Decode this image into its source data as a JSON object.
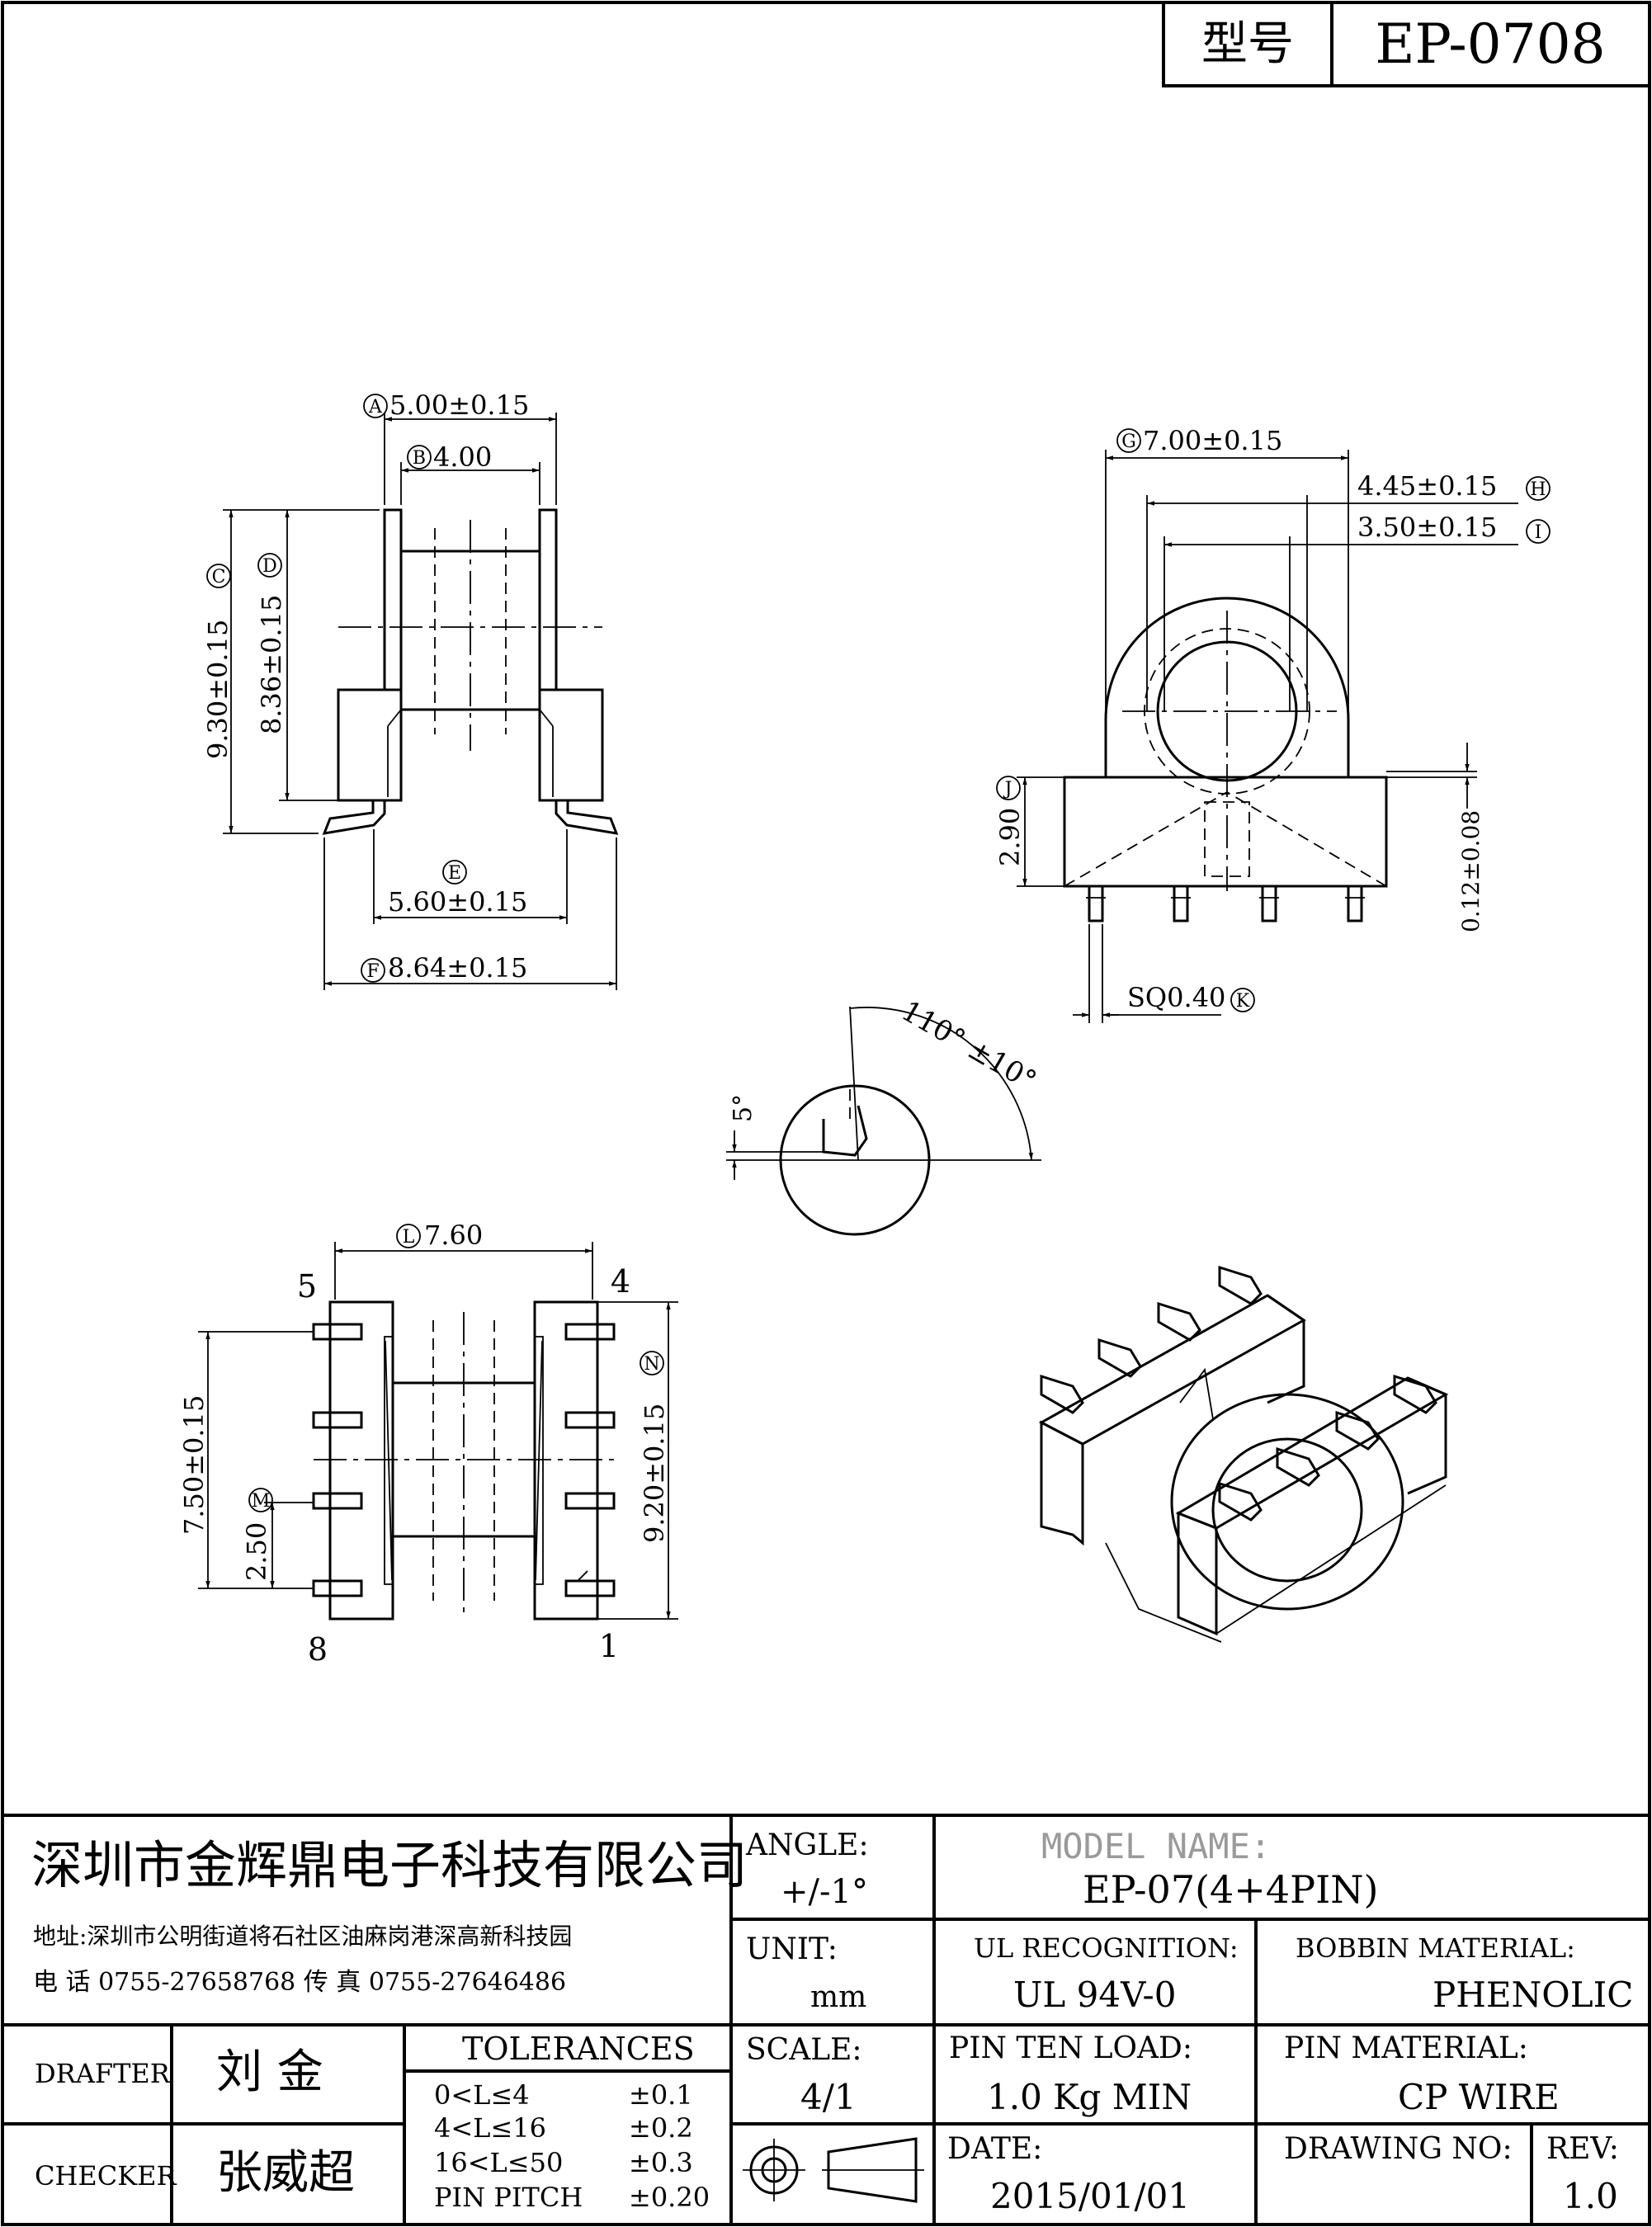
{
  "header": {
    "model_label": "型号",
    "model_value": "EP-0708"
  },
  "dimensions": {
    "A": "5.00±0.15",
    "B": "4.00",
    "C": "9.30±0.15",
    "D": "8.36±0.15",
    "E": "5.60±0.15",
    "F": "8.64±0.15",
    "G": "7.00±0.15",
    "H": "4.45±0.15",
    "I": "3.50±0.15",
    "J": "2.90",
    "J_tol": "0.12±0.08",
    "K": "SQ0.40",
    "L": "7.60",
    "M": "2.50",
    "N": "9.20±0.15",
    "O": "7.50±0.15",
    "angle": "110° ±10°",
    "angle_small": "5°"
  },
  "markers": {
    "A": "A",
    "B": "B",
    "C": "C",
    "D": "D",
    "E": "E",
    "F": "F",
    "G": "G",
    "H": "H",
    "I": "I",
    "J": "J",
    "K": "K",
    "L": "L",
    "M": "M",
    "N": "N"
  },
  "pins": {
    "p5": "5",
    "p4": "4",
    "p8": "8",
    "p1": "1"
  },
  "title_block": {
    "company": "深圳市金辉鼎电子科技有限公司",
    "address": "地址:深圳市公明街道将石社区油麻岗港深高新科技园",
    "phone": "电 话  0755-27658768   传 真  0755-27646486",
    "angle_label": "ANGLE:",
    "angle_value": "+/-1°",
    "model_name_label": "MODEL NAME:",
    "model_name_value": "EP-07(4+4PIN)",
    "unit_label": "UNIT:",
    "unit_value": "mm",
    "ul_label": "UL RECOGNITION:",
    "ul_value": "UL 94V-0",
    "bobbin_label": "BOBBIN MATERIAL:",
    "bobbin_value": "PHENOLIC",
    "drafter_label": "DRAFTER",
    "drafter_value": "刘  金",
    "checker_label": "CHECKER",
    "checker_value": "张威超",
    "tolerances_label": "TOLERANCES",
    "tolerances": [
      {
        "range": "0<L≤4",
        "value": "±0.1"
      },
      {
        "range": "4<L≤16",
        "value": "±0.2"
      },
      {
        "range": "16<L≤50",
        "value": "±0.3"
      },
      {
        "range": "PIN PITCH",
        "value": "±0.20"
      }
    ],
    "scale_label": "SCALE:",
    "scale_value": "4/1",
    "pin_load_label": "PIN TEN LOAD:",
    "pin_load_value": "1.0 Kg MIN",
    "pin_material_label": "PIN MATERIAL:",
    "pin_material_value": "CP WIRE",
    "date_label": "DATE:",
    "date_value": "2015/01/01",
    "drawing_no_label": "DRAWING NO:",
    "drawing_no_value": "",
    "rev_label": "REV:",
    "rev_value": "1.0"
  }
}
